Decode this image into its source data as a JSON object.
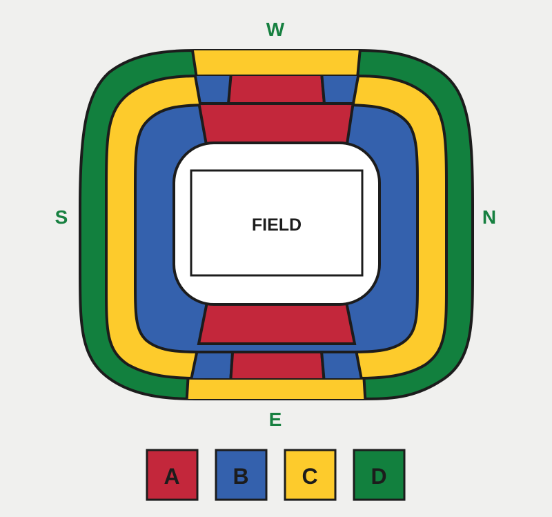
{
  "compass": {
    "north": "N",
    "south": "S",
    "east": "E",
    "west": "W",
    "color": "#178040"
  },
  "field_label": "FIELD",
  "categories": [
    {
      "id": "a",
      "label": "A",
      "color": "#c3273b"
    },
    {
      "id": "b",
      "label": "B",
      "color": "#3461ad"
    },
    {
      "id": "c",
      "label": "C",
      "color": "#fdcb2c"
    },
    {
      "id": "d",
      "label": "D",
      "color": "#12803e"
    }
  ],
  "colors": {
    "background": "#f0f0ee",
    "outline": "#1c1c1c",
    "field": "#ffffff"
  }
}
